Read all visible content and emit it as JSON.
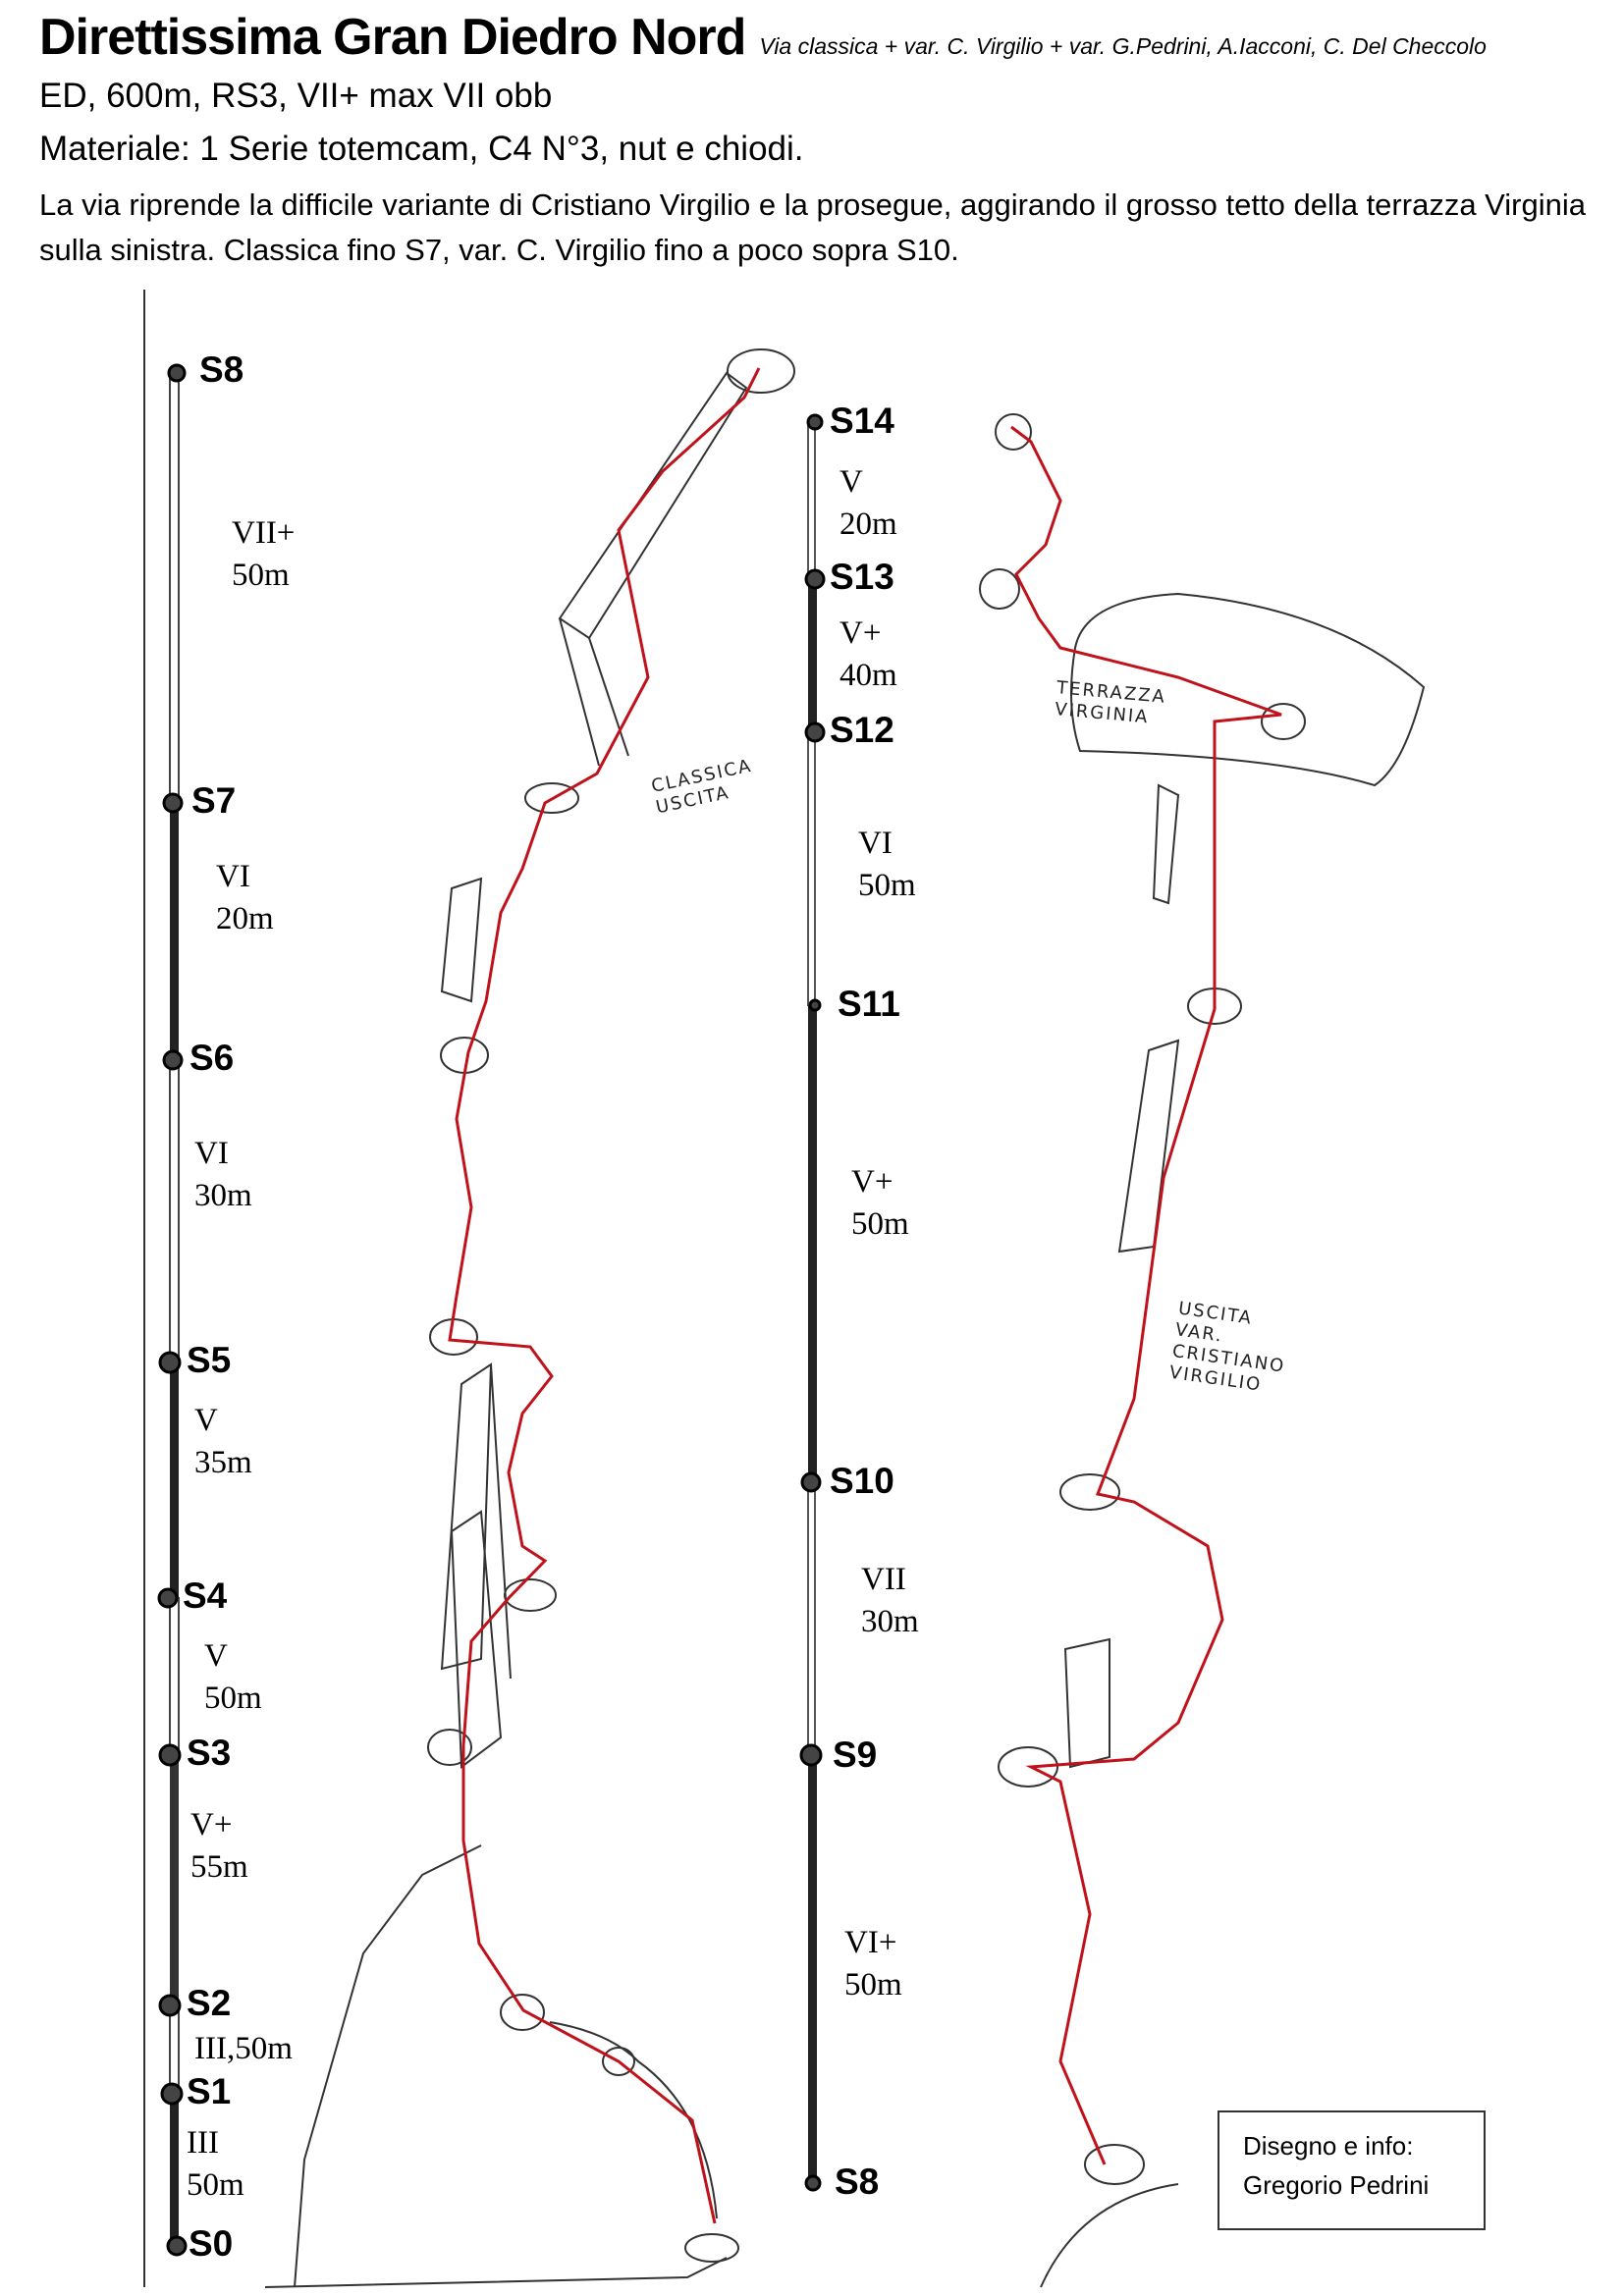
{
  "header": {
    "title": "Direttissima Gran Diedro Nord",
    "subtitle": "Via classica + var. C. Virgilio + var. G.Pedrini, A.Iacconi, C. Del Checcolo",
    "grade": "ED, 600m, RS3, VII+ max VII obb",
    "material": "Materiale: 1 Serie totemcam, C4 N°3, nut e chiodi.",
    "description": "La via riprende la difficile variante di Cristiano Virgilio e la prosegue, aggirando il grosso tetto della terrazza Virginia sulla sinistra.  Classica fino S7, var. C. Virgilio fino a poco sopra S10."
  },
  "left_column": {
    "stations": [
      "S8",
      "S7",
      "S6",
      "S5",
      "S4",
      "S3",
      "S2",
      "S1",
      "S0"
    ],
    "pitches": [
      {
        "grade": "VII+",
        "length": "50m"
      },
      {
        "grade": "VI",
        "length": "20m"
      },
      {
        "grade": "VI",
        "length": "30m"
      },
      {
        "grade": "V",
        "length": "35m"
      },
      {
        "grade": "V",
        "length": "50m"
      },
      {
        "grade": "V+",
        "length": "55m"
      },
      {
        "grade": "III,50m",
        "length": ""
      },
      {
        "grade": "III",
        "length": "50m"
      }
    ]
  },
  "right_column": {
    "stations": [
      "S14",
      "S13",
      "S12",
      "S11",
      "S10",
      "S9",
      "S8"
    ],
    "pitches": [
      {
        "grade": "V",
        "length": "20m"
      },
      {
        "grade": "V+",
        "length": "40m"
      },
      {
        "grade": "VI",
        "length": "50m"
      },
      {
        "grade": "V+",
        "length": "50m"
      },
      {
        "grade": "VII",
        "length": "30m"
      },
      {
        "grade": "VI+",
        "length": "50m"
      }
    ]
  },
  "annotations": {
    "classica_uscita": [
      "CLASSICA",
      "USCITA"
    ],
    "terrazza": [
      "TERRAZZA",
      "VIRGINIA"
    ],
    "uscita_var": [
      "USCITA",
      "VAR.",
      "CRISTIANO",
      "VIRGILIO"
    ]
  },
  "credit": {
    "line1": "Disegno e info:",
    "line2": "Gregorio Pedrini"
  },
  "colors": {
    "route": "#c0121b",
    "ink": "#222222"
  }
}
